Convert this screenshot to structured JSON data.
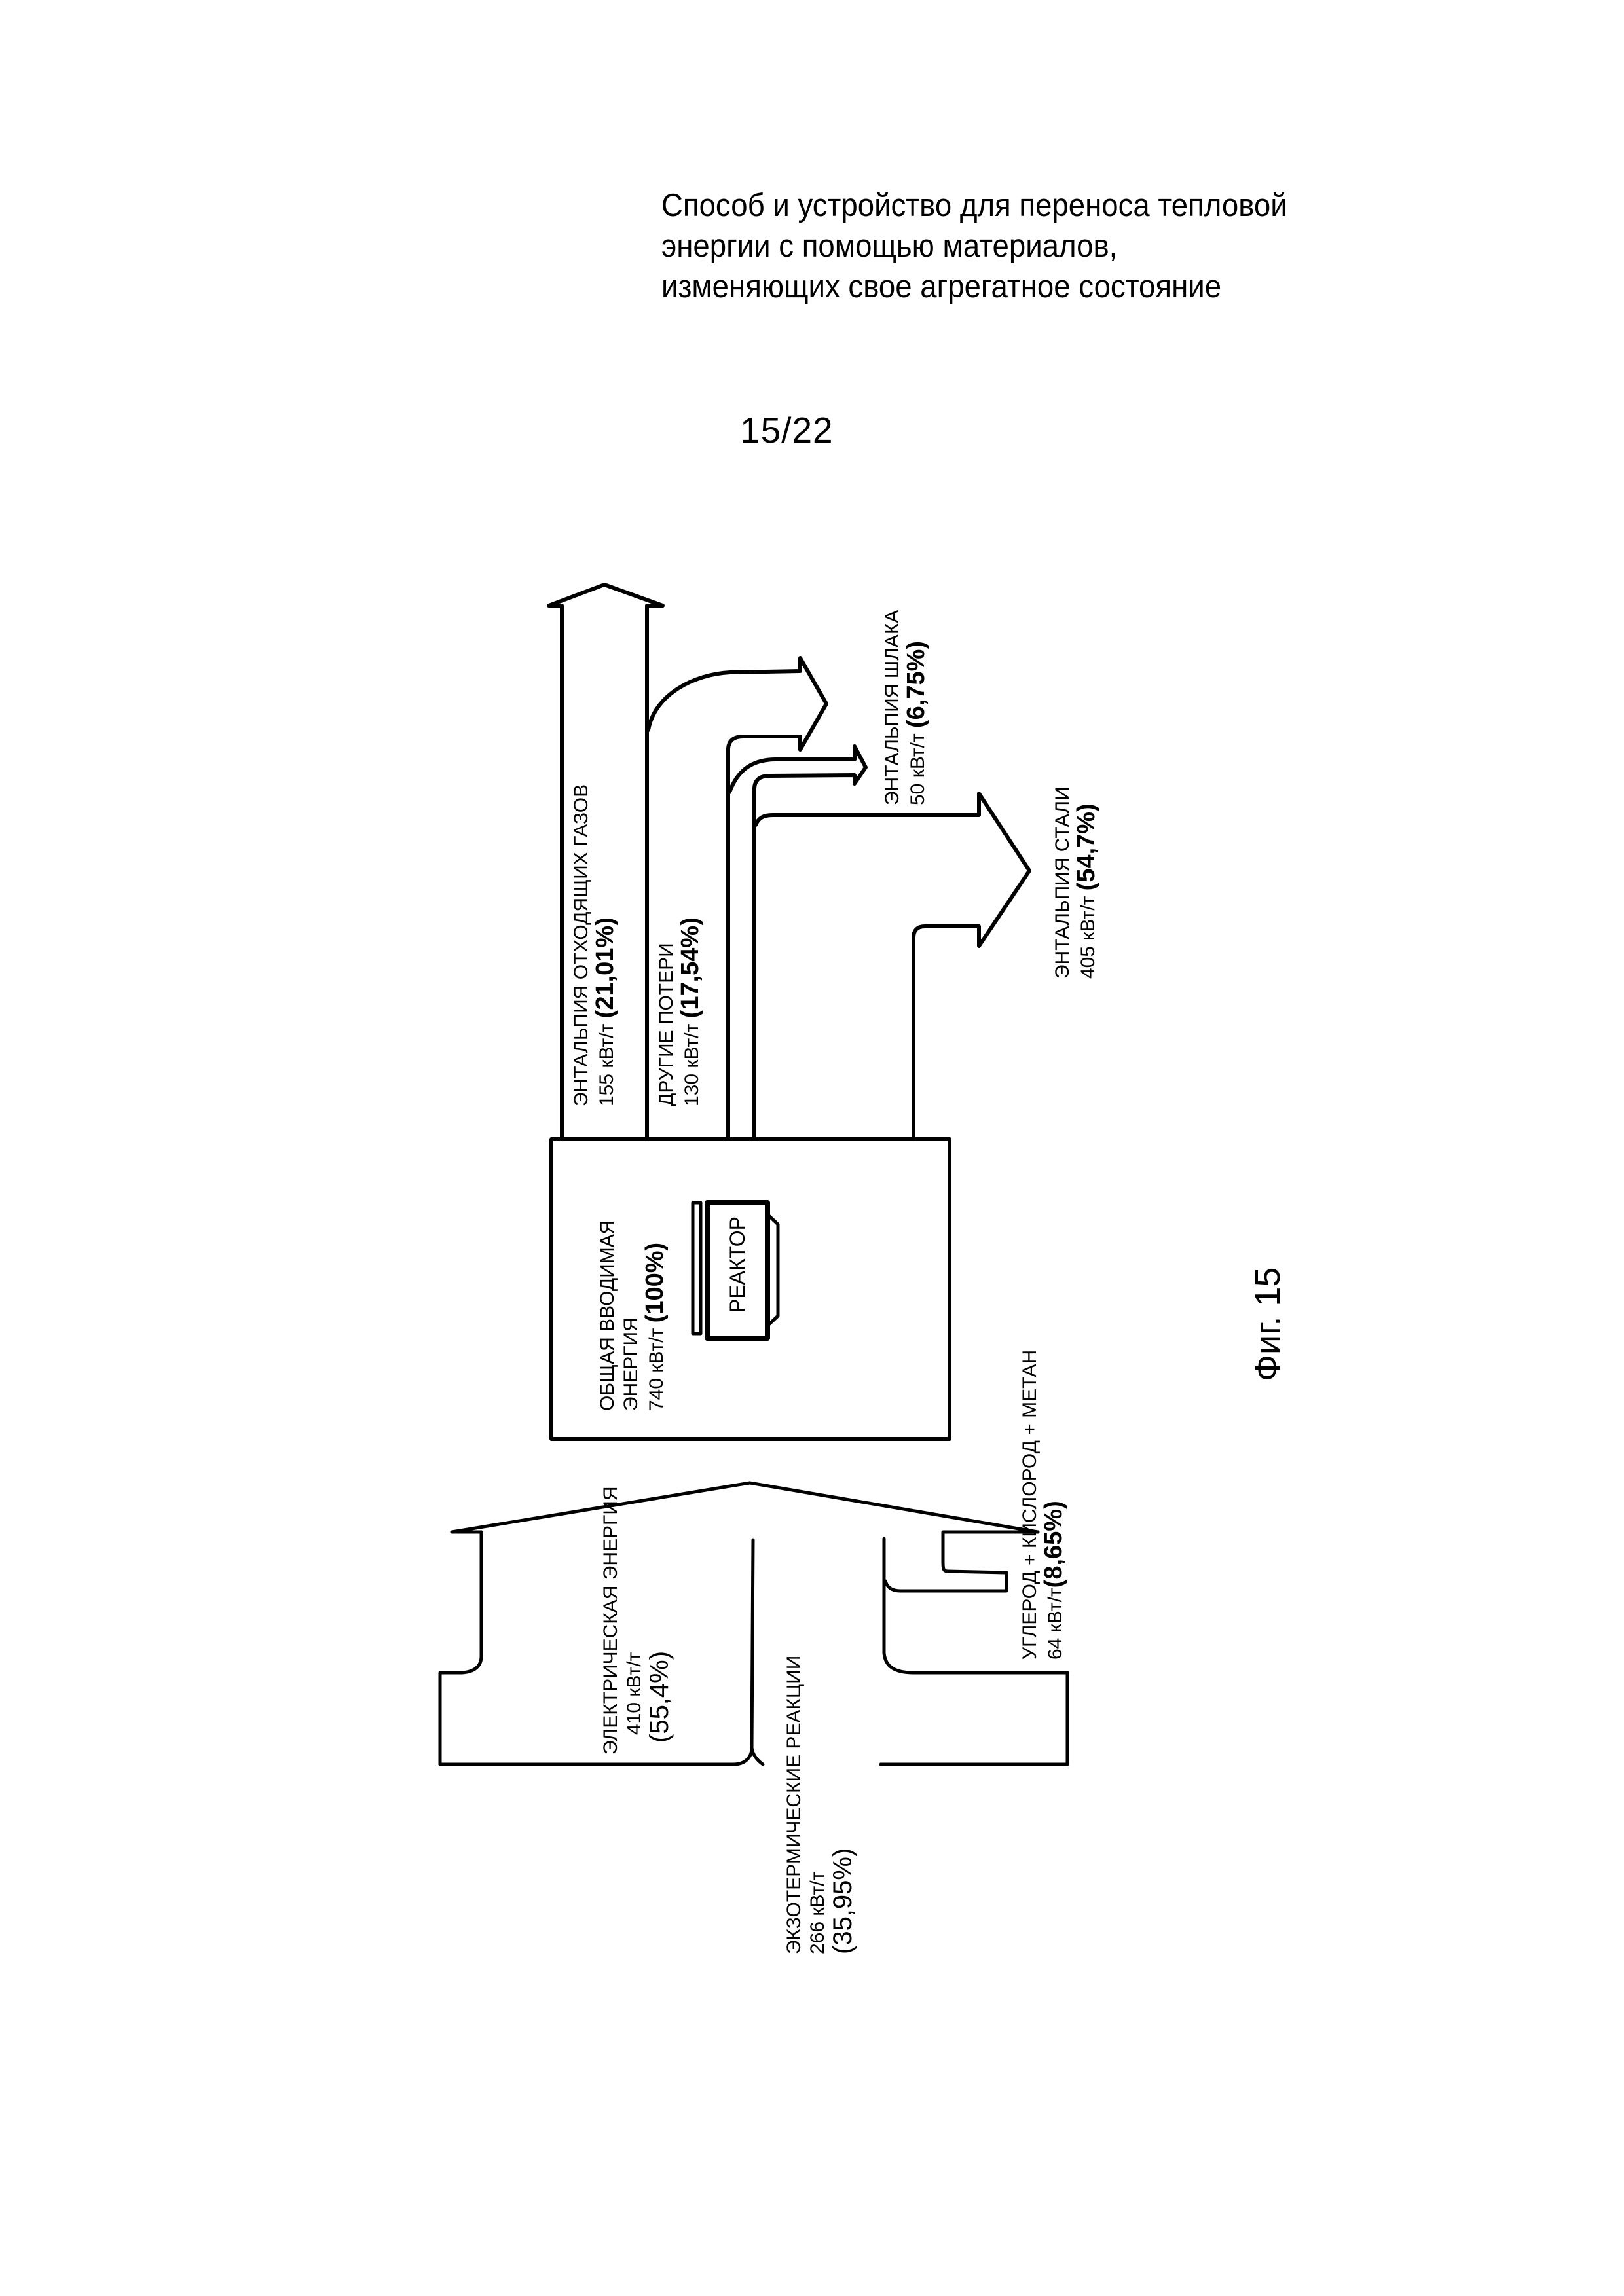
{
  "header": {
    "title_lines": [
      "Способ и устройство для переноса тепловой",
      "энергии с помощью материалов,",
      "изменяющих свое агрегатное состояние"
    ],
    "sheet_number": "15/22"
  },
  "diagram": {
    "type": "energy-flow (Sankey-style) diagram",
    "unit": "кВт/т",
    "center": {
      "label_line1": "ОБЩАЯ ВВОДИМАЯ",
      "label_line2": "ЭНЕРГИЯ",
      "value": "740 кВт/т",
      "percent": "(100%)",
      "reactor_label": "РЕАКТОР"
    },
    "inputs": [
      {
        "id": "electric",
        "label": "ЭЛЕКТРИЧЕСКАЯ ЭНЕРГИЯ",
        "value": "410 кВт/т",
        "percent": "(55,4%)",
        "value_num": 410,
        "percent_num": 55.4
      },
      {
        "id": "exothermic",
        "label": "ЭКЗОТЕРМИЧЕСКИЕ РЕАКЦИИ",
        "value": "266 кВт/т",
        "percent": "(35,95%)",
        "value_num": 266,
        "percent_num": 35.95
      },
      {
        "id": "carbon",
        "label": "УГЛЕРОД + КИСЛОРОД + МЕТАН",
        "value": "64 кВт/т",
        "percent": "(8,65%)",
        "value_num": 64,
        "percent_num": 8.65
      }
    ],
    "outputs": [
      {
        "id": "offgas",
        "label": "ЭНТАЛЬПИЯ ОТХОДЯЩИХ ГАЗОВ",
        "value": "155 кВт/т",
        "percent": "(21,01%)",
        "value_num": 155,
        "percent_num": 21.01
      },
      {
        "id": "other",
        "label": "ДРУГИЕ ПОТЕРИ",
        "value": "130 кВт/т",
        "percent": "(17,54%)",
        "value_num": 130,
        "percent_num": 17.54
      },
      {
        "id": "slag",
        "label": "ЭНТАЛЬПИЯ ШЛАКА",
        "value": "50 кВт/т",
        "percent": "(6,75%)",
        "value_num": 50,
        "percent_num": 6.75
      },
      {
        "id": "steel",
        "label": "ЭНТАЛЬПИЯ СТАЛИ",
        "value": "405 кВт/т",
        "percent": "(54,7%)",
        "value_num": 405,
        "percent_num": 54.7
      }
    ]
  },
  "figure_caption": "Фиг. 15"
}
